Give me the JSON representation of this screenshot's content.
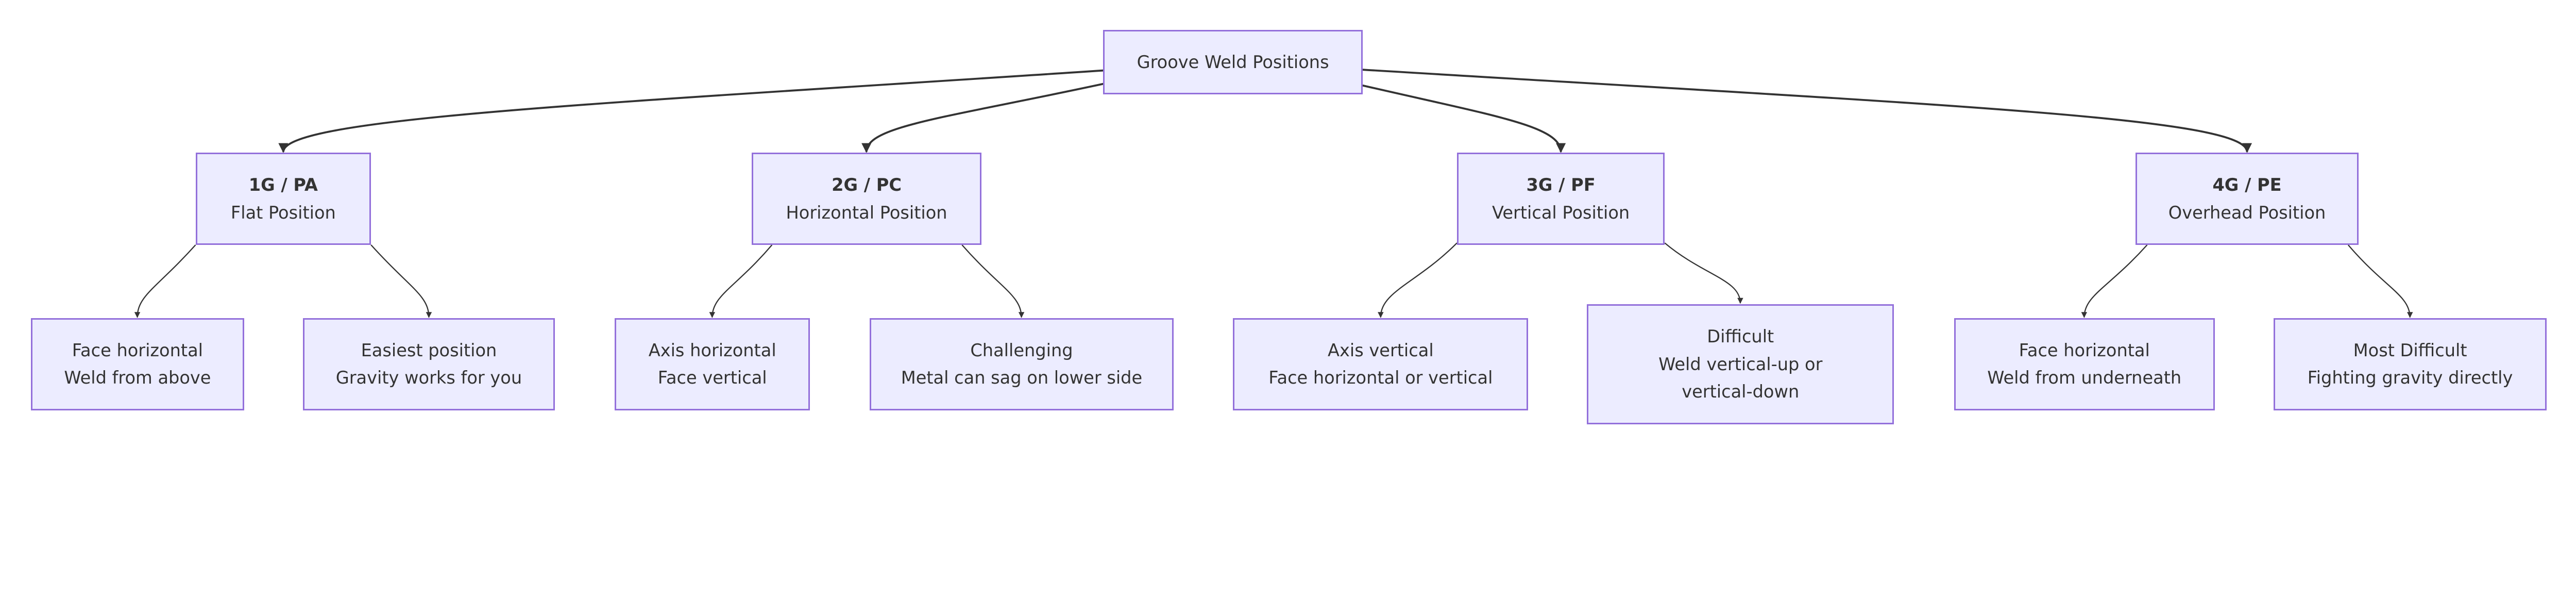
{
  "colors": {
    "node_fill": "#ECECFF",
    "node_stroke": "#9370DB",
    "edge": "#333333",
    "text": "#333333"
  },
  "root": {
    "label": "Groove Weld Positions"
  },
  "positions": [
    {
      "title": "1G / PA",
      "subtitle": "Flat Position",
      "children": [
        {
          "lines": [
            "Face horizontal",
            "Weld from above"
          ]
        },
        {
          "lines": [
            "Easiest position",
            "Gravity works for you"
          ]
        }
      ]
    },
    {
      "title": "2G / PC",
      "subtitle": "Horizontal Position",
      "children": [
        {
          "lines": [
            "Axis horizontal",
            "Face vertical"
          ]
        },
        {
          "lines": [
            "Challenging",
            "Metal can sag on lower side"
          ]
        }
      ]
    },
    {
      "title": "3G / PF",
      "subtitle": "Vertical Position",
      "children": [
        {
          "lines": [
            "Axis vertical",
            "Face horizontal or vertical"
          ]
        },
        {
          "lines": [
            "Difficult",
            "Weld vertical-up or",
            "vertical-down"
          ]
        }
      ]
    },
    {
      "title": "4G / PE",
      "subtitle": "Overhead Position",
      "children": [
        {
          "lines": [
            "Face horizontal",
            "Weld from underneath"
          ]
        },
        {
          "lines": [
            "Most Difficult",
            "Fighting gravity directly"
          ]
        }
      ]
    }
  ]
}
